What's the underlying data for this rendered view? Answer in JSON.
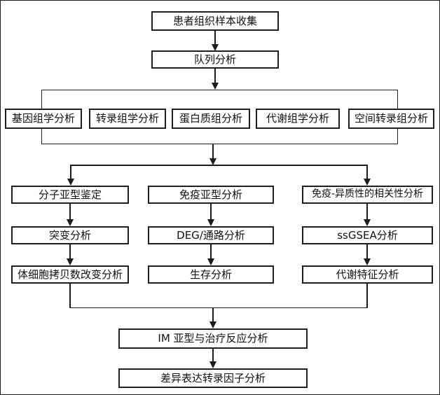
{
  "diagram": {
    "colors": {
      "line": "#1c1c1c",
      "background": "#ffffff"
    },
    "nodes": {
      "patient_collection": {
        "label": "患者组织样本收集"
      },
      "cohort_analysis": {
        "label": "队列分析"
      },
      "genomics": {
        "label": "基因组学分析"
      },
      "transcriptomics": {
        "label": "转录组学分析"
      },
      "proteomics": {
        "label": "蛋白质组分析"
      },
      "metabolomics": {
        "label": "代谢组学分析"
      },
      "spatial_transcriptomics": {
        "label": "空间转录组分析"
      },
      "molecular_subtype": {
        "label": "分子亚型鉴定"
      },
      "mutation_analysis": {
        "label": "突变分析"
      },
      "scna_analysis": {
        "label": "体细胞拷贝数改变分析"
      },
      "immune_subtype": {
        "label": "免疫亚型分析"
      },
      "deg_pathway": {
        "label": "DEG/通路分析"
      },
      "survival_analysis": {
        "label": "生存分析"
      },
      "immune_heterogeneity_correlation": {
        "label": "免疫-异质性的相关性分析"
      },
      "ssgsea_analysis": {
        "label": "ssGSEA分析"
      },
      "metabolic_signature": {
        "label": "代谢特征分析"
      },
      "im_subtype_treatment_response": {
        "label": "IM 亚型与治疗反应分析"
      },
      "diff_expressed_tf": {
        "label": "差异表达转录因子分析"
      }
    },
    "edges": [
      {
        "from": "patient_collection",
        "to": "cohort_analysis"
      },
      {
        "from": "cohort_analysis",
        "to": "omics_collector"
      },
      {
        "from": "omics_collector",
        "contains": [
          "genomics",
          "transcriptomics",
          "proteomics",
          "metabolomics",
          "spatial_transcriptomics"
        ]
      },
      {
        "from": "omics_collector",
        "to": "branch_line"
      },
      {
        "from": "branch_line",
        "to": "molecular_subtype"
      },
      {
        "from": "branch_line",
        "to": "immune_subtype"
      },
      {
        "from": "branch_line",
        "to": "immune_heterogeneity_correlation"
      },
      {
        "from": "molecular_subtype",
        "to": "mutation_analysis"
      },
      {
        "from": "mutation_analysis",
        "to": "scna_analysis"
      },
      {
        "from": "immune_subtype",
        "to": "deg_pathway"
      },
      {
        "from": "deg_pathway",
        "to": "survival_analysis"
      },
      {
        "from": "immune_heterogeneity_correlation",
        "to": "ssgsea_analysis"
      },
      {
        "from": "ssgsea_analysis",
        "to": "metabolic_signature"
      },
      {
        "from": "scna_analysis",
        "to": "merge_line"
      },
      {
        "from": "metabolic_signature",
        "to": "merge_line"
      },
      {
        "from": "merge_line",
        "to": "im_subtype_treatment_response"
      },
      {
        "from": "im_subtype_treatment_response",
        "to": "diff_expressed_tf"
      }
    ]
  }
}
